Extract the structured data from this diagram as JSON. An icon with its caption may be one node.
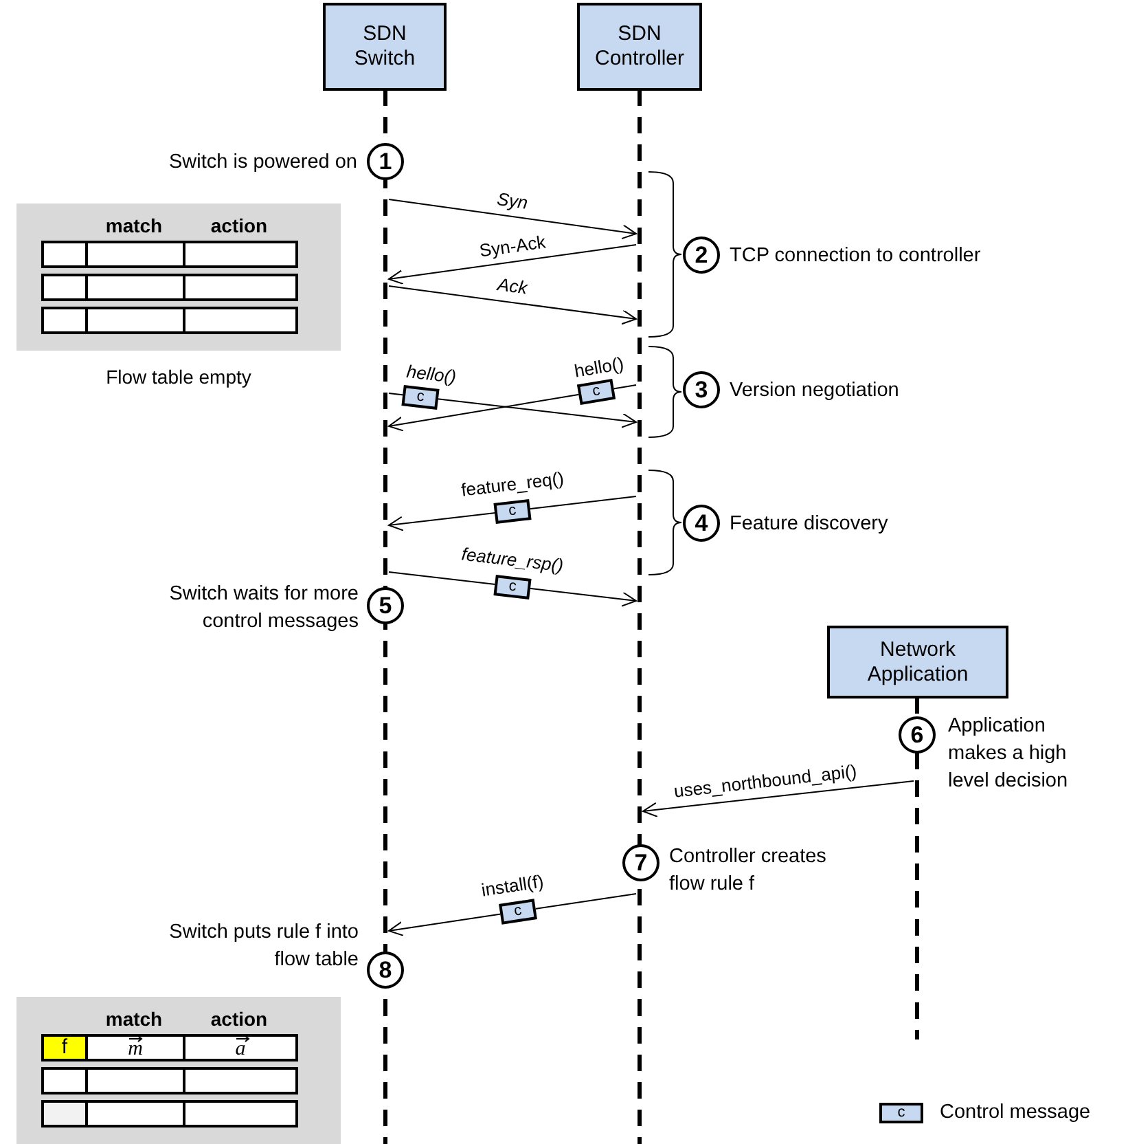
{
  "diagram": {
    "nodes": [
      {
        "text": [
          "SDN Switch"
        ]
      },
      {
        "text": [
          "SDN Controller"
        ]
      },
      {
        "text": [
          "Network Application"
        ]
      },
      {
        "text": [],
        "shape": "line"
      },
      {
        "text": [],
        "shape": "line"
      },
      {
        "text": [],
        "shape": "line"
      },
      {
        "text": [
          "1"
        ],
        "beside": [
          "Switch is powered on"
        ]
      },
      {
        "text": [
          "2"
        ],
        "beside": [
          "TCP connection to controller"
        ]
      },
      {
        "text": [
          "3"
        ],
        "beside": [
          "Version negotiation"
        ]
      },
      {
        "text": [
          "4"
        ],
        "beside": [
          "Feature discovery"
        ]
      },
      {
        "text": [
          "5"
        ],
        "beside": [
          "Switch waits for more control messages"
        ]
      },
      {
        "text": [
          "6"
        ],
        "beside": [
          "Application makes a high level decision"
        ]
      },
      {
        "text": [
          "7"
        ],
        "beside": [
          "Controller creates flow rule f"
        ]
      },
      {
        "text": [
          "8"
        ],
        "beside": [
          "Switch puts rule f into flow table"
        ]
      }
    ],
    "edges": [
      {
        "from": 3,
        "to": 4,
        "arrow": "to",
        "label": "Syn"
      },
      {
        "from": 4,
        "to": 3,
        "arrow": "to",
        "label": "Syn-Ack"
      },
      {
        "from": 3,
        "to": 4,
        "arrow": "to",
        "label": "Ack"
      },
      {
        "from": 3,
        "to": 4,
        "arrow": "to",
        "label": "hello()"
      },
      {
        "from": 4,
        "to": 3,
        "arrow": "to",
        "label": "hello()"
      },
      {
        "from": 4,
        "to": 3,
        "arrow": "to",
        "label": "feature_req()"
      },
      {
        "from": 3,
        "to": 4,
        "arrow": "to",
        "label": "feature_rsp()"
      },
      {
        "from": 5,
        "to": 4,
        "arrow": "to",
        "label": "uses_northbound_api()"
      },
      {
        "from": 4,
        "to": 3,
        "arrow": "to",
        "label": "install(f)"
      }
    ],
    "labels": [
      "match",
      "action",
      "Flow table empty",
      "c",
      "c",
      "c",
      "c",
      "c",
      "match",
      "action",
      "f",
      "m",
      "a",
      "c"
    ],
    "legend": [
      {
        "text": "Control message"
      }
    ]
  }
}
